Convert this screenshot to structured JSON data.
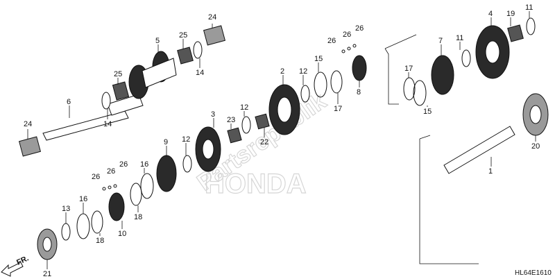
{
  "diagram": {
    "part_labels": [
      "1",
      "2",
      "3",
      "4",
      "5",
      "6",
      "7",
      "8",
      "9",
      "10",
      "11",
      "11",
      "12",
      "12",
      "12",
      "13",
      "14",
      "14",
      "15",
      "15",
      "16",
      "16",
      "17",
      "17",
      "18",
      "18",
      "19",
      "20",
      "21",
      "22",
      "23",
      "24",
      "24",
      "25",
      "25",
      "26",
      "26",
      "26",
      "26",
      "26",
      "26"
    ],
    "diagram_code": "HL64E1610",
    "direction_label": "FR.",
    "watermark_lines": [
      "Partsrepublik",
      "HONDA"
    ],
    "colors": {
      "line": "#111111",
      "gear_fill": "#2a2a2a",
      "bearing_fill": "#9a9a9a",
      "watermark": "#d6d6d6"
    }
  }
}
